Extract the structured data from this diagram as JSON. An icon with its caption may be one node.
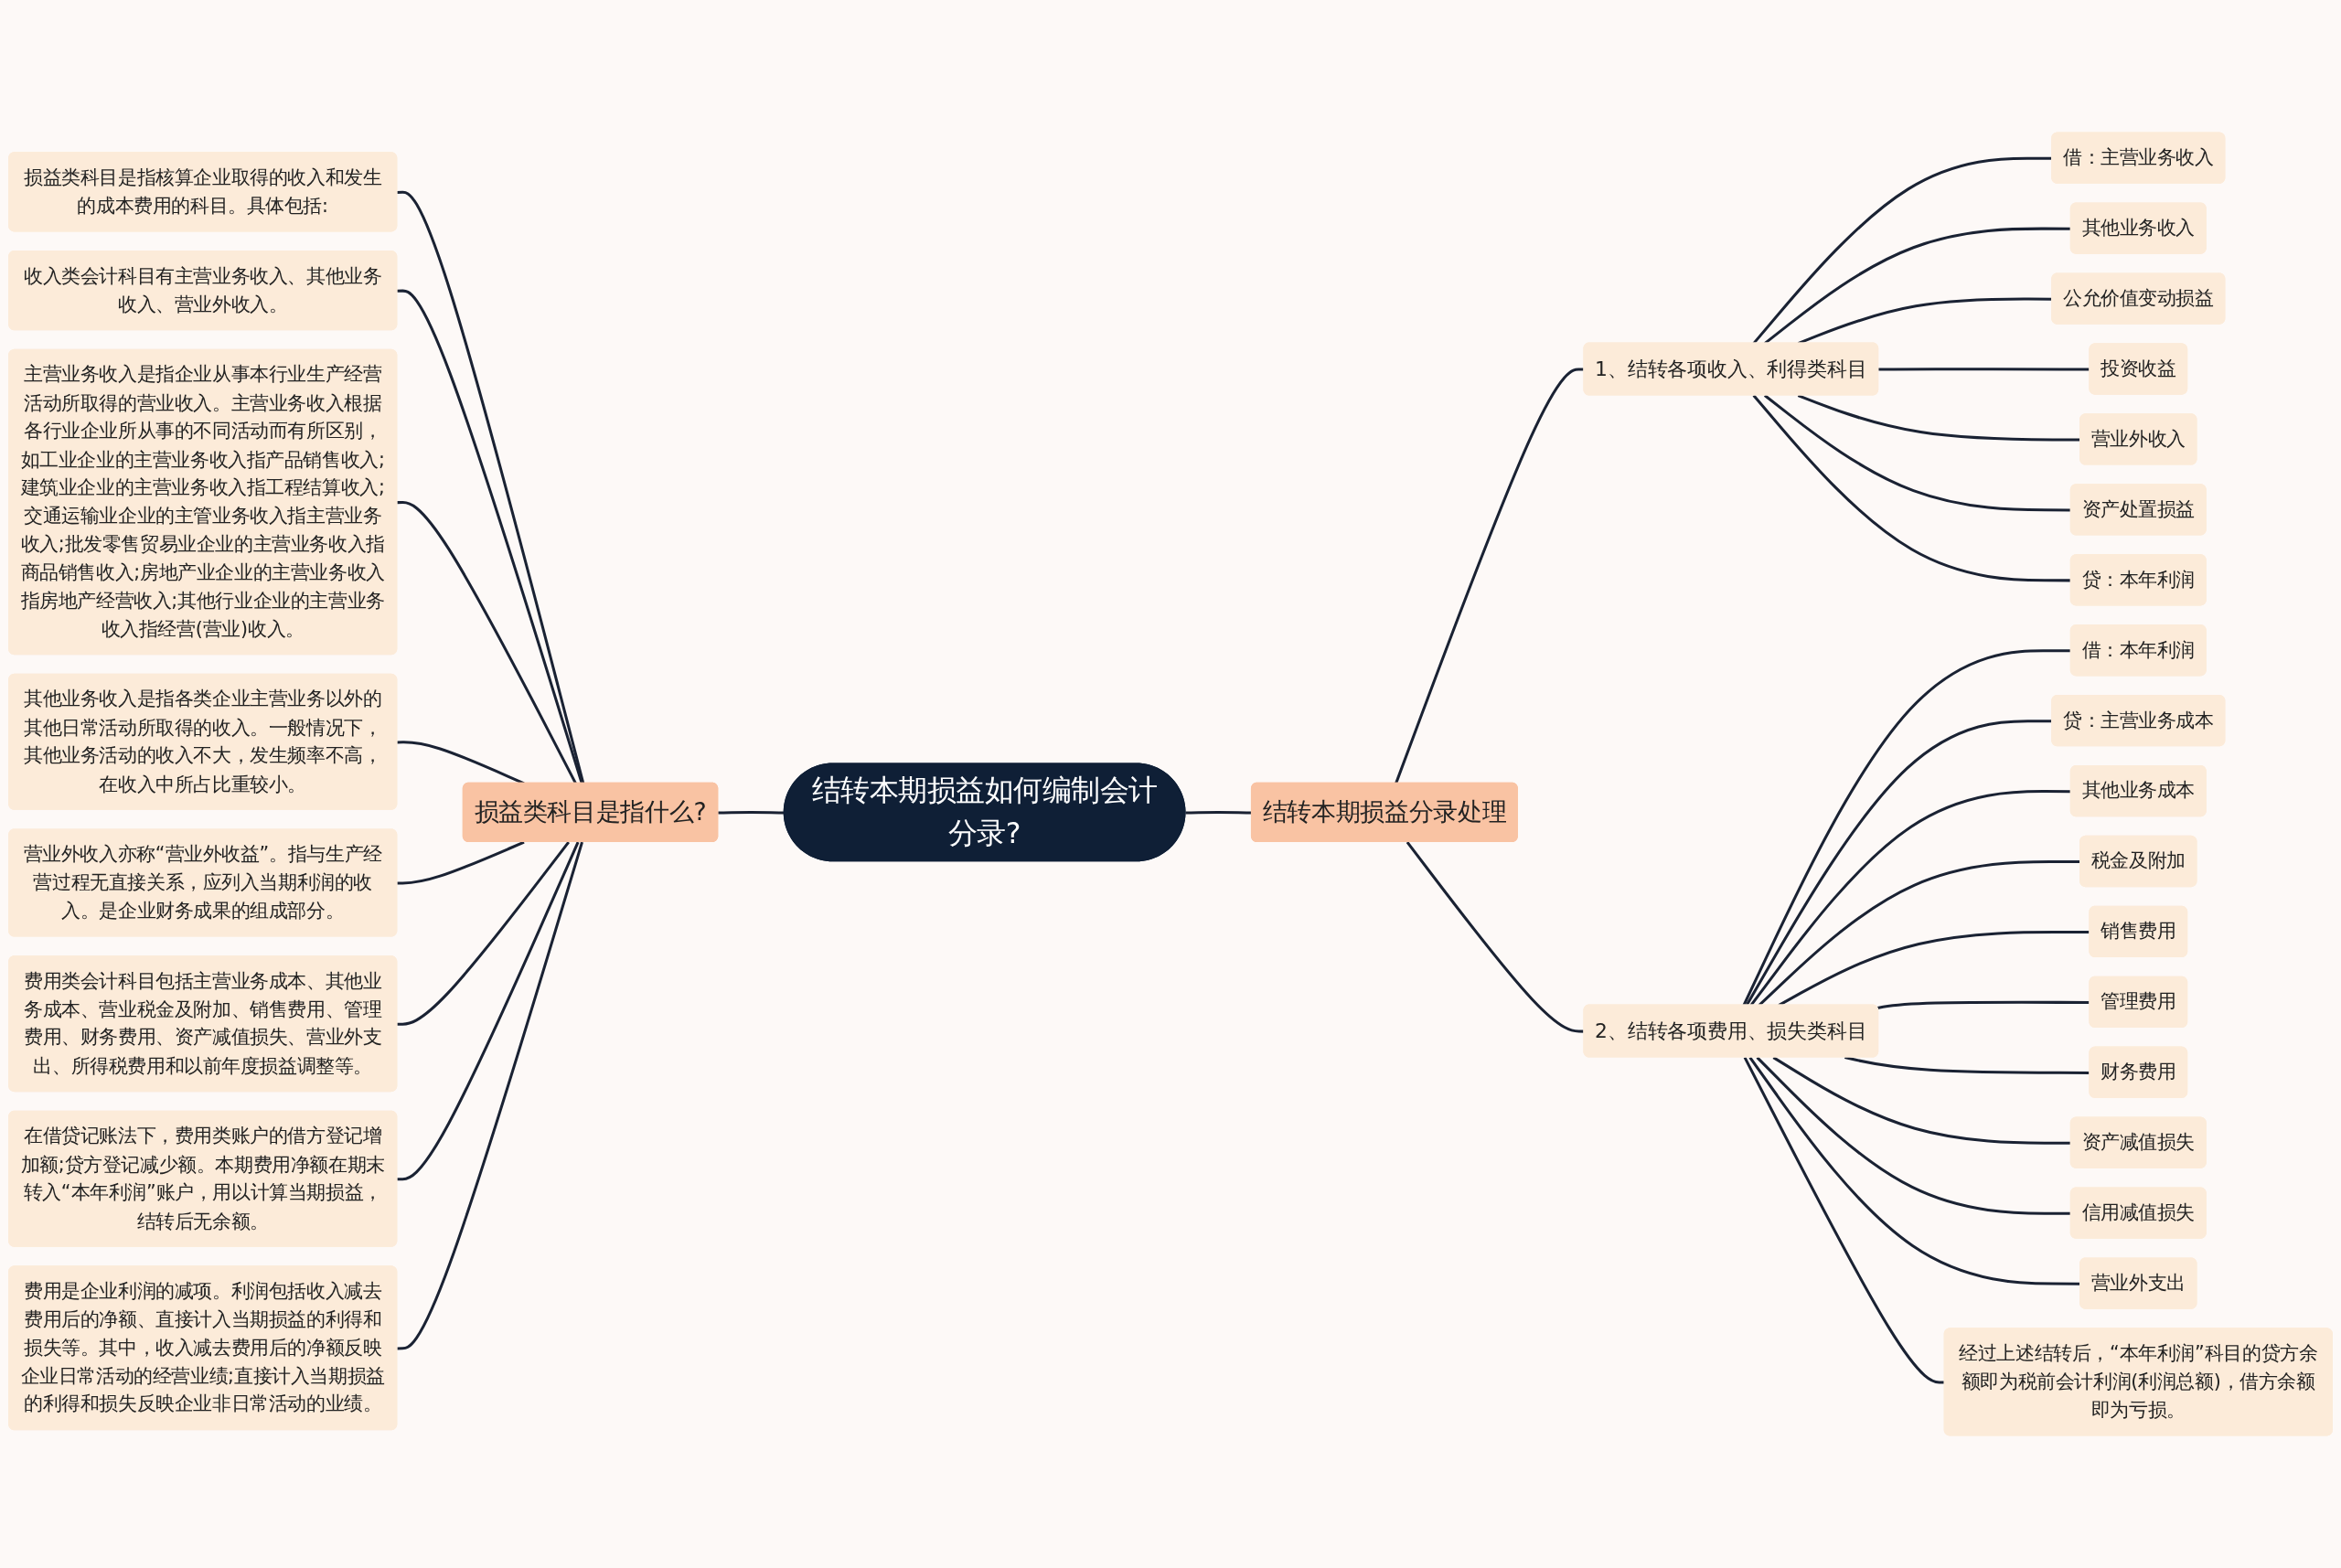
{
  "diagram": {
    "nodes": [
      {
        "text": [
          "结转本期损益如何编制会计分录?"
        ]
      },
      {
        "text": [
          "损益类科目是指什么?"
        ]
      },
      {
        "text": [
          "损益类科目是指核算企业取得的收入和发生的成本费用的科目。具体包括:"
        ]
      },
      {
        "text": [
          "收入类会计科目有主营业务收入、其他业务收入、营业外收入。"
        ]
      },
      {
        "text": [
          "主营业务收入是指企业从事本行业生产经营活动所取得的营业收入。主营业务收入根据各行业企业所从事的不同活动而有所区别，如工业企业的主营业务收入指产品销售收入;建筑业企业的主营业务收入指工程结算收入;交通运输业企业的主管业务收入指主营业务收入;批发零售贸易业企业的主营业务收入指商品销售收入;房地产业企业的主营业务收入指房地产经营收入;其他行业企业的主营业务收入指经营(营业)收入。"
        ]
      },
      {
        "text": [
          "其他业务收入是指各类企业主营业务以外的其他日常活动所取得的收入。一般情况下，其他业务活动的收入不大，发生频率不高，在收入中所占比重较小。"
        ]
      },
      {
        "text": [
          "营业外收入亦称“营业外收益”。指与生产经营过程无直接关系，应列入当期利润的收入。是企业财务成果的组成部分。"
        ]
      },
      {
        "text": [
          "费用类会计科目包括主营业务成本、其他业务成本、营业税金及附加、销售费用、管理费用、财务费用、资产减值损失、营业外支出、所得税费用和以前年度损益调整等。"
        ]
      },
      {
        "text": [
          "在借贷记账法下，费用类账户的借方登记增加额;贷方登记减少额。本期费用净额在期末转入“本年利润”账户，用以计算当期损益，结转后无余额。"
        ]
      },
      {
        "text": [
          "费用是企业利润的减项。利润包括收入减去费用后的净额、直接计入当期损益的利得和损失等。其中，收入减去费用后的净额反映企业日常活动的经营业绩;直接计入当期损益的利得和损失反映企业非日常活动的业绩。"
        ]
      },
      {
        "text": [
          "结转本期损益分录处理"
        ]
      },
      {
        "text": [
          "1、结转各项收入、利得类科目"
        ]
      },
      {
        "text": [
          "借：主营业务收入"
        ]
      },
      {
        "text": [
          "其他业务收入"
        ]
      },
      {
        "text": [
          "公允价值变动损益"
        ]
      },
      {
        "text": [
          "投资收益"
        ]
      },
      {
        "text": [
          "营业外收入"
        ]
      },
      {
        "text": [
          "资产处置损益"
        ]
      },
      {
        "text": [
          "贷：本年利润"
        ]
      },
      {
        "text": [
          "2、结转各项费用、损失类科目"
        ]
      },
      {
        "text": [
          "借：本年利润"
        ]
      },
      {
        "text": [
          "贷：主营业务成本"
        ]
      },
      {
        "text": [
          "其他业务成本"
        ]
      },
      {
        "text": [
          "税金及附加"
        ]
      },
      {
        "text": [
          "销售费用"
        ]
      },
      {
        "text": [
          "管理费用"
        ]
      },
      {
        "text": [
          "财务费用"
        ]
      },
      {
        "text": [
          "资产减值损失"
        ]
      },
      {
        "text": [
          "信用减值损失"
        ]
      },
      {
        "text": [
          "营业外支出"
        ]
      },
      {
        "text": [
          "经过上述结转后，“本年利润”科目的贷方余额即为税前会计利润(利润总额)，借方余额即为亏损。"
        ]
      }
    ],
    "edges": [
      {
        "from": 0,
        "to": 1,
        "arrow": "none"
      },
      {
        "from": 1,
        "to": 2,
        "arrow": "none"
      },
      {
        "from": 1,
        "to": 3,
        "arrow": "none"
      },
      {
        "from": 1,
        "to": 4,
        "arrow": "none"
      },
      {
        "from": 1,
        "to": 5,
        "arrow": "none"
      },
      {
        "from": 1,
        "to": 6,
        "arrow": "none"
      },
      {
        "from": 1,
        "to": 7,
        "arrow": "none"
      },
      {
        "from": 1,
        "to": 8,
        "arrow": "none"
      },
      {
        "from": 1,
        "to": 9,
        "arrow": "none"
      },
      {
        "from": 0,
        "to": 10,
        "arrow": "none"
      },
      {
        "from": 10,
        "to": 11,
        "arrow": "none"
      },
      {
        "from": 11,
        "to": 12,
        "arrow": "none"
      },
      {
        "from": 11,
        "to": 13,
        "arrow": "none"
      },
      {
        "from": 11,
        "to": 14,
        "arrow": "none"
      },
      {
        "from": 11,
        "to": 15,
        "arrow": "none"
      },
      {
        "from": 11,
        "to": 16,
        "arrow": "none"
      },
      {
        "from": 11,
        "to": 17,
        "arrow": "none"
      },
      {
        "from": 11,
        "to": 18,
        "arrow": "none"
      },
      {
        "from": 10,
        "to": 19,
        "arrow": "none"
      },
      {
        "from": 19,
        "to": 20,
        "arrow": "none"
      },
      {
        "from": 19,
        "to": 21,
        "arrow": "none"
      },
      {
        "from": 19,
        "to": 22,
        "arrow": "none"
      },
      {
        "from": 19,
        "to": 23,
        "arrow": "none"
      },
      {
        "from": 19,
        "to": 24,
        "arrow": "none"
      },
      {
        "from": 19,
        "to": 25,
        "arrow": "none"
      },
      {
        "from": 19,
        "to": 26,
        "arrow": "none"
      },
      {
        "from": 19,
        "to": 27,
        "arrow": "none"
      },
      {
        "from": 19,
        "to": 28,
        "arrow": "none"
      },
      {
        "from": 19,
        "to": 29,
        "arrow": "none"
      },
      {
        "from": 19,
        "to": 30,
        "arrow": "none"
      }
    ]
  }
}
